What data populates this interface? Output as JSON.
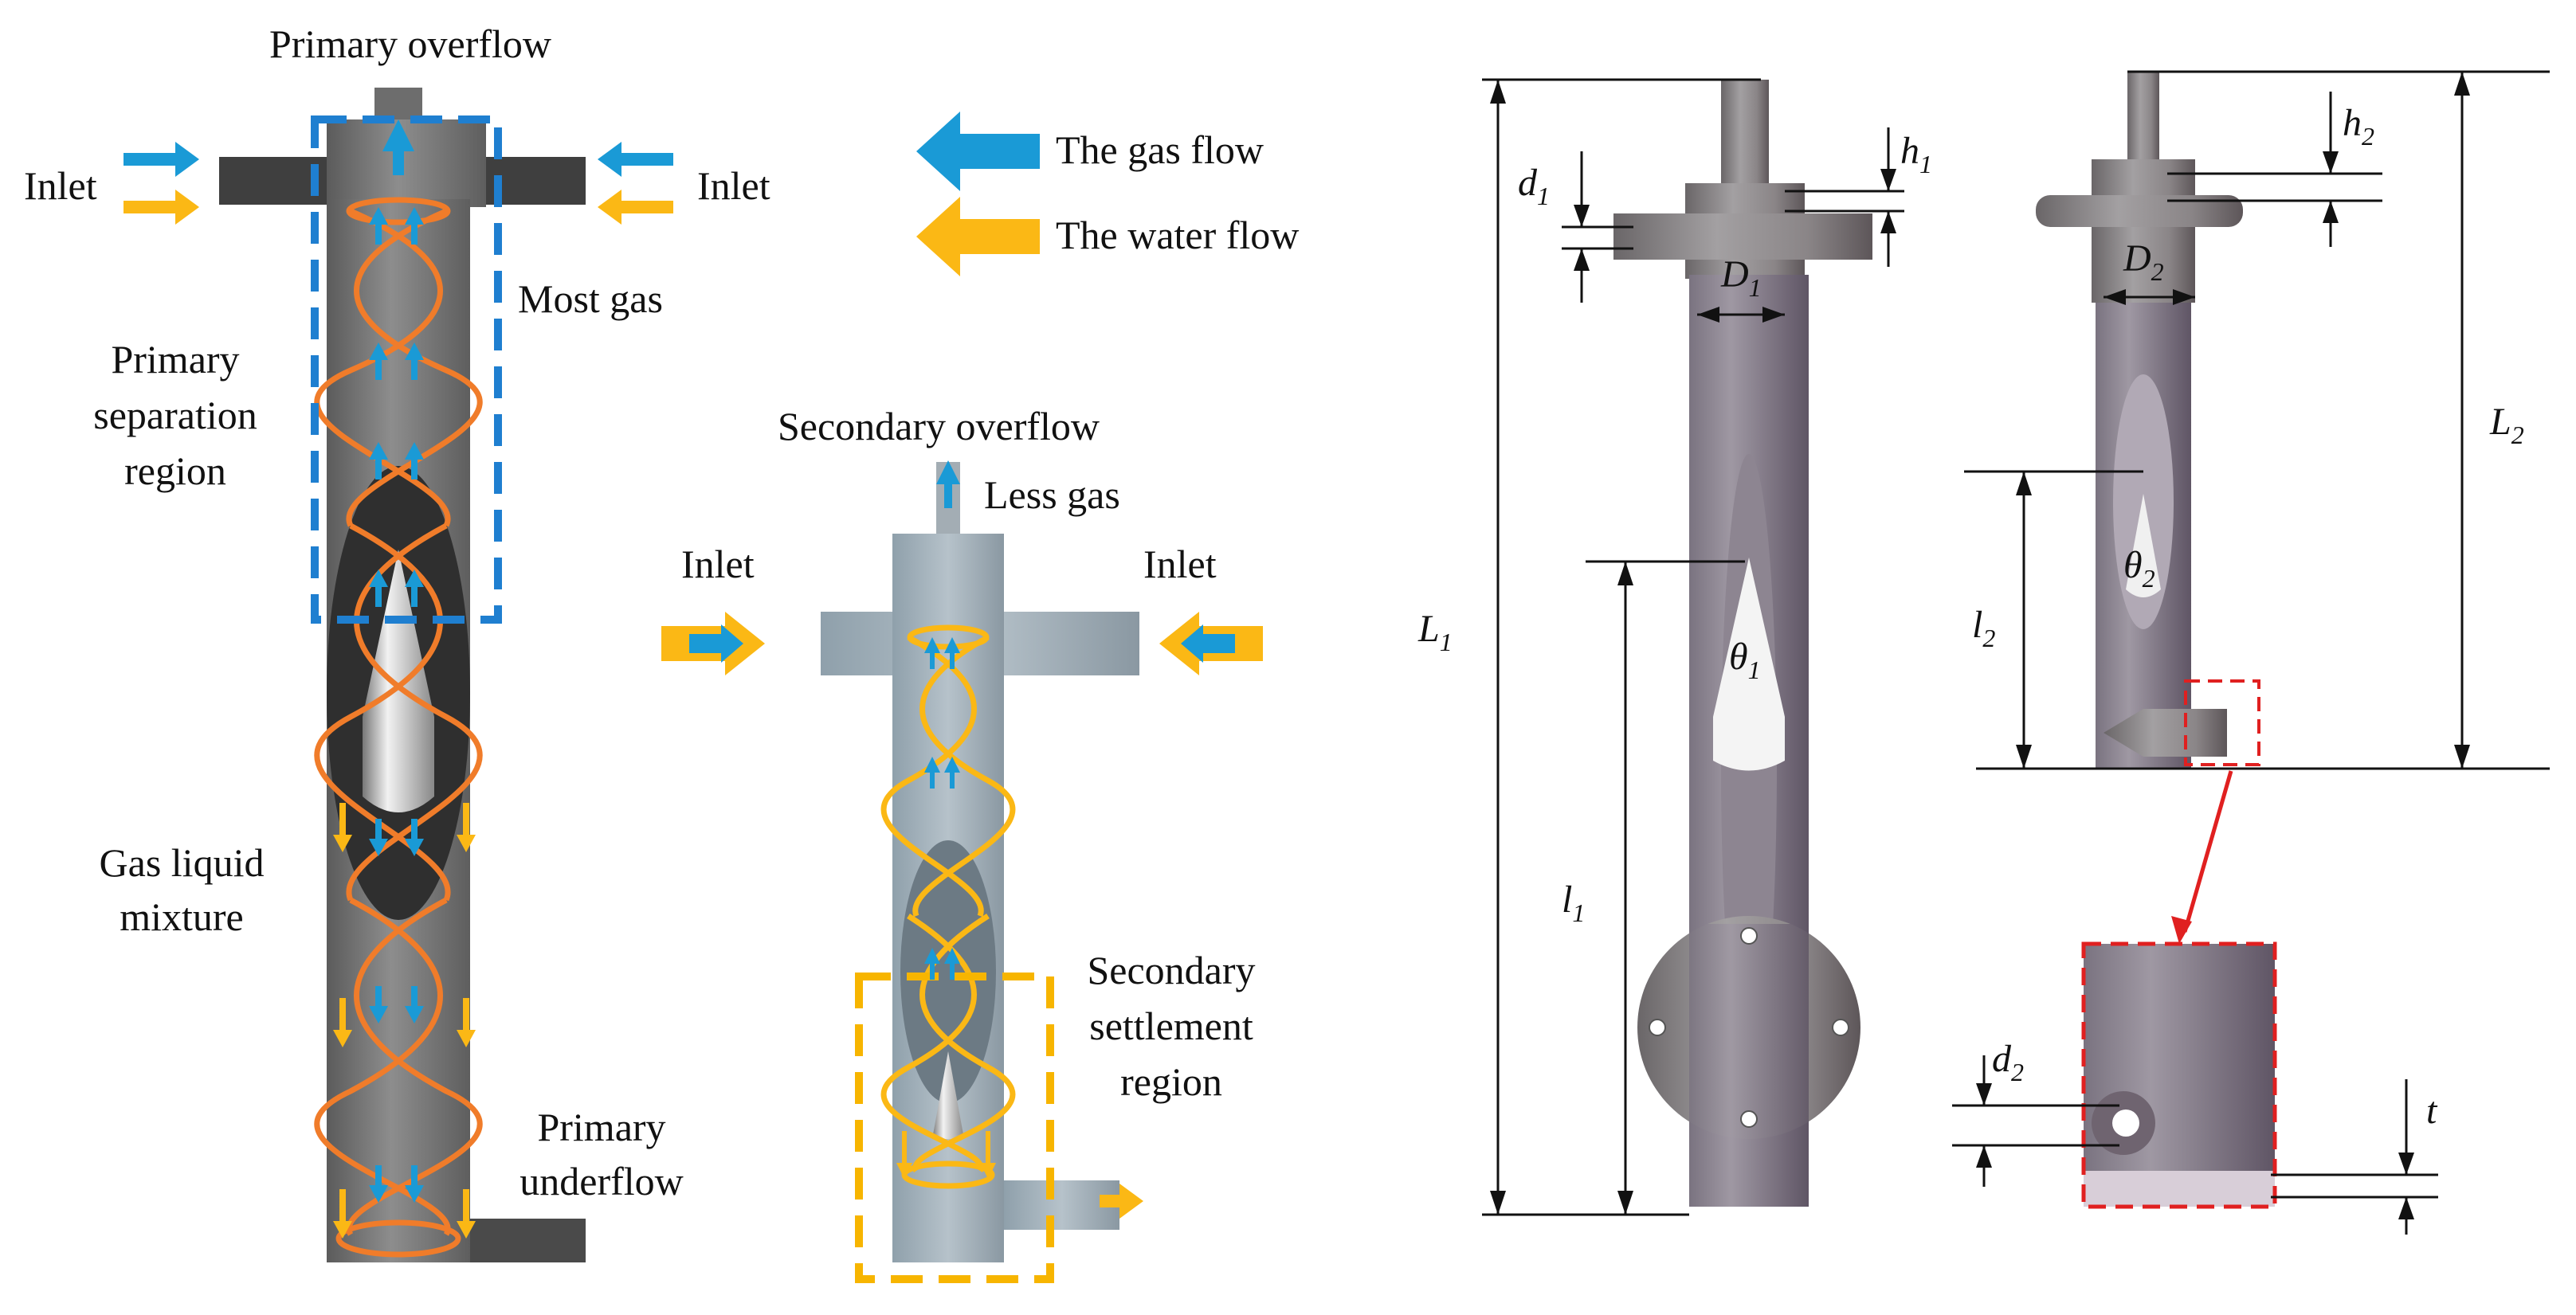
{
  "labels": {
    "primary_overflow": "Primary overflow",
    "inlet": "Inlet",
    "gas_flow": "The gas flow",
    "water_flow": "The water flow",
    "most_gas": "Most gas",
    "primary_separation_l1": "Primary",
    "primary_separation_l2": "separation",
    "primary_separation_l3": "region",
    "secondary_overflow": "Secondary overflow",
    "less_gas": "Less gas",
    "gas_liquid_l1": "Gas liquid",
    "gas_liquid_l2": "mixture",
    "secondary_settlement_l1": "Secondary",
    "secondary_settlement_l2": "settlement",
    "secondary_settlement_l3": "region",
    "primary_underflow_l1": "Primary",
    "primary_underflow_l2": "underflow"
  },
  "dimensions": {
    "d": "d",
    "h": "h",
    "D": "D",
    "L": "L",
    "l": "l",
    "theta": "θ",
    "t": "t",
    "s1": "1",
    "s2": "2"
  },
  "colors": {
    "gas_arrow": "#1a9ad6",
    "water_arrow": "#fbb815",
    "primary_spiral": "#f07c2a",
    "secondary_spiral": "#fbb815",
    "dashed_blue": "#1f7fd0",
    "dashed_yellow": "#f7b500",
    "detail_red": "#e02020",
    "body_dark": "#55504f",
    "pipe_gray": "#8f8f8f"
  }
}
